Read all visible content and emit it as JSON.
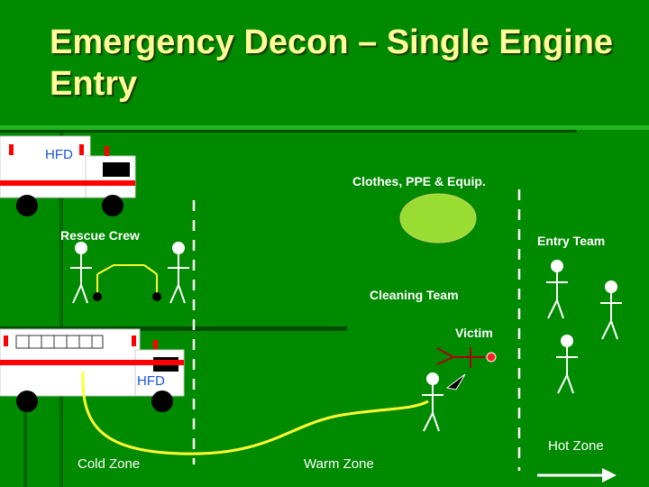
{
  "slide": {
    "title": "Emergency Decon – Single Engine Entry"
  },
  "labels": {
    "clothes": "Clothes, PPE & Equip.",
    "rescue_crew": "Rescue Crew",
    "entry_team": "Entry Team",
    "cleaning_team": "Cleaning Team",
    "victim": "Victim",
    "hot_zone": "Hot Zone",
    "cold_zone": "Cold Zone",
    "warm_zone": "Warm Zone"
  },
  "vehicles": {
    "ambulance_label": "HFD",
    "engine_label": "HFD"
  },
  "colors": {
    "background": "#008a00",
    "title": "#ffff99",
    "vehicle_stripe": "#ff0000",
    "hose": "#ffff33",
    "hfd_text": "#1a55d6",
    "clothes_pile": "#99dd33"
  }
}
